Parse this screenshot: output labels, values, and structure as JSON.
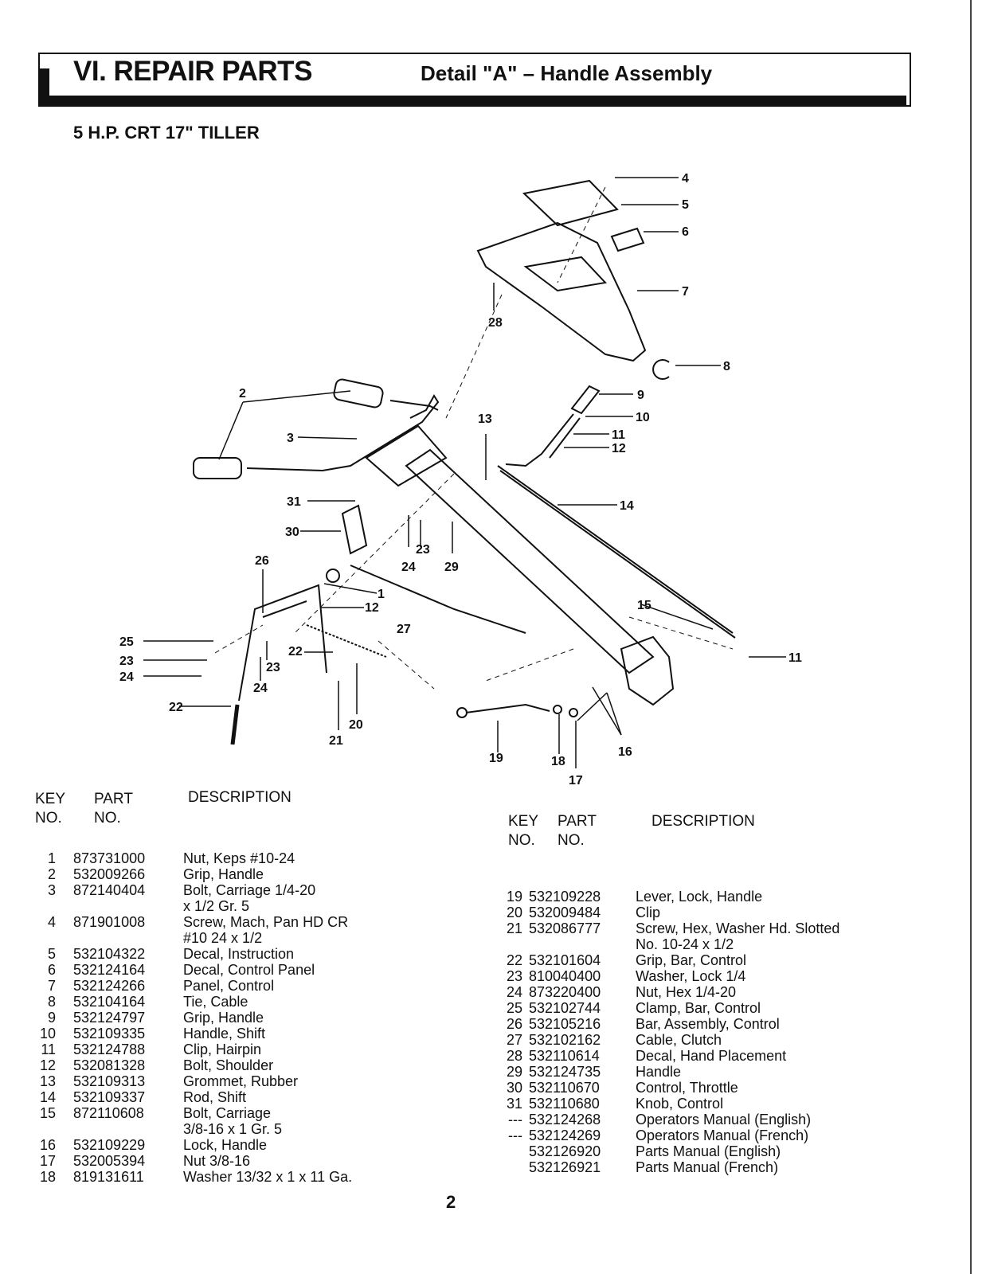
{
  "header": {
    "section_title": "VI. REPAIR PARTS",
    "detail_title": "Detail \"A\" – Handle Assembly"
  },
  "model_title": "5 H.P. CRT 17\" TILLER",
  "diagram_labels": [
    "1",
    "2",
    "3",
    "4",
    "5",
    "6",
    "7",
    "8",
    "9",
    "10",
    "11",
    "11",
    "12",
    "12",
    "13",
    "14",
    "15",
    "16",
    "17",
    "18",
    "19",
    "20",
    "21",
    "22",
    "22",
    "23",
    "23",
    "24",
    "24",
    "25",
    "26",
    "27",
    "28",
    "29",
    "30",
    "31"
  ],
  "table_headers": {
    "key_no_line1": "KEY",
    "key_no_line2": "NO.",
    "part_no_line1": "PART",
    "part_no_line2": "NO.",
    "description": "DESCRIPTION"
  },
  "parts_left": [
    {
      "key": "1",
      "part": "873731000",
      "desc": "Nut, Keps   #10-24"
    },
    {
      "key": "2",
      "part": "532009266",
      "desc": "Grip, Handle"
    },
    {
      "key": "3",
      "part": "872140404",
      "desc": "Bolt, Carriage  1/4-20"
    },
    {
      "key": "",
      "part": "",
      "desc": "x 1/2 Gr. 5"
    },
    {
      "key": "4",
      "part": "871901008",
      "desc": "Screw, Mach, Pan HD CR"
    },
    {
      "key": "",
      "part": "",
      "desc": "#10 24 x 1/2"
    },
    {
      "key": "5",
      "part": "532104322",
      "desc": "Decal, Instruction"
    },
    {
      "key": "6",
      "part": "532124164",
      "desc": "Decal, Control Panel"
    },
    {
      "key": "7",
      "part": "532124266",
      "desc": "Panel, Control"
    },
    {
      "key": "8",
      "part": "532104164",
      "desc": "Tie, Cable"
    },
    {
      "key": "9",
      "part": "532124797",
      "desc": "Grip, Handle"
    },
    {
      "key": "10",
      "part": "532109335",
      "desc": "Handle, Shift"
    },
    {
      "key": "11",
      "part": "532124788",
      "desc": "Clip, Hairpin"
    },
    {
      "key": "12",
      "part": "532081328",
      "desc": "Bolt, Shoulder"
    },
    {
      "key": "13",
      "part": "532109313",
      "desc": "Grommet, Rubber"
    },
    {
      "key": "14",
      "part": "532109337",
      "desc": "Rod, Shift"
    },
    {
      "key": "15",
      "part": "872110608",
      "desc": "Bolt, Carriage"
    },
    {
      "key": "",
      "part": "",
      "desc": "3/8-16 x 1 Gr. 5"
    },
    {
      "key": "16",
      "part": "532109229",
      "desc": "Lock, Handle"
    },
    {
      "key": "17",
      "part": "532005394",
      "desc": "Nut  3/8-16"
    },
    {
      "key": "18",
      "part": "819131611",
      "desc": "Washer  13/32 x 1 x 11 Ga."
    }
  ],
  "parts_right": [
    {
      "key": "",
      "part": "",
      "desc": ""
    },
    {
      "key": "19",
      "part": "532109228",
      "desc": "Lever, Lock, Handle"
    },
    {
      "key": "20",
      "part": "532009484",
      "desc": "Clip"
    },
    {
      "key": "21",
      "part": "532086777",
      "desc": "Screw, Hex, Washer Hd. Slotted"
    },
    {
      "key": "",
      "part": "",
      "desc": "No. 10-24 x 1/2"
    },
    {
      "key": "22",
      "part": "532101604",
      "desc": "Grip, Bar, Control"
    },
    {
      "key": "23",
      "part": "810040400",
      "desc": "Washer, Lock  1/4"
    },
    {
      "key": "24",
      "part": "873220400",
      "desc": "Nut, Hex  1/4-20"
    },
    {
      "key": "25",
      "part": "532102744",
      "desc": "Clamp, Bar, Control"
    },
    {
      "key": "26",
      "part": "532105216",
      "desc": "Bar, Assembly, Control"
    },
    {
      "key": "27",
      "part": "532102162",
      "desc": "Cable, Clutch"
    },
    {
      "key": "28",
      "part": "532110614",
      "desc": "Decal, Hand Placement"
    },
    {
      "key": "29",
      "part": "532124735",
      "desc": "Handle"
    },
    {
      "key": "30",
      "part": "532110670",
      "desc": "Control, Throttle"
    },
    {
      "key": "31",
      "part": "532110680",
      "desc": "Knob, Control"
    },
    {
      "key": "---",
      "part": "532124268",
      "desc": "Operators Manual (English)"
    },
    {
      "key": "---",
      "part": "532124269",
      "desc": "Operators Manual (French)"
    },
    {
      "key": "",
      "part": "532126920",
      "desc": "Parts Manual (English)"
    },
    {
      "key": "",
      "part": "532126921",
      "desc": "Parts Manual (French)"
    }
  ],
  "page_number": "2"
}
